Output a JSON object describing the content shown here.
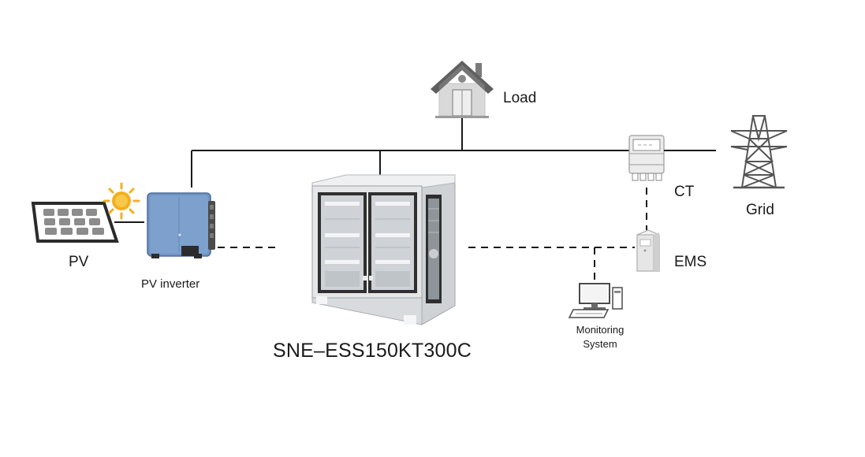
{
  "labels": {
    "load": "Load",
    "pv": "PV",
    "pv_inverter": "PV inverter",
    "ct": "CT",
    "grid": "Grid",
    "ems": "EMS",
    "monitoring_line1": "Monitoring",
    "monitoring_line2": "System",
    "product": "SNE–ESS150KT300C"
  },
  "icons": [
    "solar-panel-icon",
    "sun-icon",
    "pv-inverter-icon",
    "house-icon",
    "ess-cabinet-icon",
    "energy-meter-icon",
    "transmission-tower-icon",
    "ems-controller-icon",
    "computer-icon"
  ],
  "colors": {
    "line": "#1a1a1a",
    "inverter_blue": "#6f93c3",
    "sun": "#f2b01e",
    "roof": "#5f5f5f",
    "cabinet": "#e4e6e8"
  }
}
